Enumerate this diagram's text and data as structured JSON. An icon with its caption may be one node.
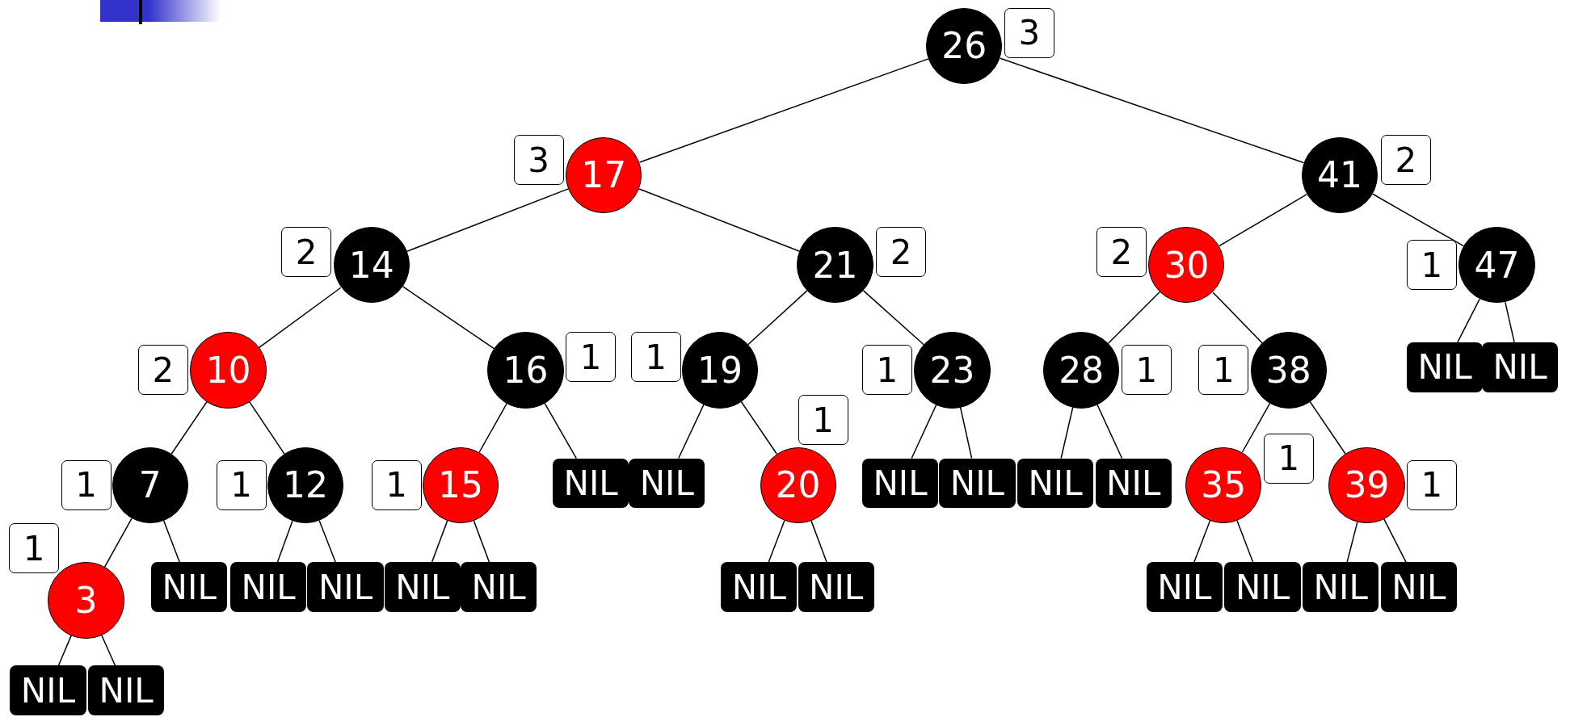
{
  "diagram": {
    "nodes": [
      {
        "text": [
          "26"
        ],
        "beside": [
          "3"
        ]
      },
      {
        "text": [
          "17"
        ],
        "beside": [
          "3"
        ]
      },
      {
        "text": [
          "41"
        ],
        "beside": [
          "2"
        ]
      },
      {
        "text": [
          "14"
        ],
        "beside": [
          "2"
        ]
      },
      {
        "text": [
          "21"
        ],
        "beside": [
          "2"
        ]
      },
      {
        "text": [
          "30"
        ],
        "beside": [
          "2"
        ]
      },
      {
        "text": [
          "47"
        ],
        "beside": [
          "1"
        ]
      },
      {
        "text": [
          "10"
        ],
        "beside": [
          "2"
        ]
      },
      {
        "text": [
          "16"
        ],
        "beside": [
          "1"
        ]
      },
      {
        "text": [
          "19"
        ],
        "beside": [
          "1"
        ]
      },
      {
        "text": [
          "23"
        ],
        "beside": [
          "1"
        ]
      },
      {
        "text": [
          "28"
        ],
        "beside": [
          "1"
        ]
      },
      {
        "text": [
          "38"
        ],
        "beside": [
          "1"
        ]
      },
      {
        "text": [
          "NIL"
        ]
      },
      {
        "text": [
          "NIL"
        ]
      },
      {
        "text": [
          "7"
        ],
        "beside": [
          "1"
        ]
      },
      {
        "text": [
          "12"
        ],
        "beside": [
          "1"
        ]
      },
      {
        "text": [
          "15"
        ],
        "beside": [
          "1"
        ]
      },
      {
        "text": [
          "NIL"
        ]
      },
      {
        "text": [
          "NIL"
        ]
      },
      {
        "text": [
          "20"
        ],
        "beside": [
          "1"
        ]
      },
      {
        "text": [
          "NIL"
        ]
      },
      {
        "text": [
          "NIL"
        ]
      },
      {
        "text": [
          "NIL"
        ]
      },
      {
        "text": [
          "NIL"
        ]
      },
      {
        "text": [
          "35"
        ],
        "beside": [
          "1"
        ]
      },
      {
        "text": [
          "39"
        ],
        "beside": [
          "1"
        ]
      },
      {
        "text": [
          "3"
        ],
        "beside": [
          "1"
        ]
      },
      {
        "text": [
          "NIL"
        ]
      },
      {
        "text": [
          "NIL"
        ]
      },
      {
        "text": [
          "NIL"
        ]
      },
      {
        "text": [
          "NIL"
        ]
      },
      {
        "text": [
          "NIL"
        ]
      },
      {
        "text": [
          "NIL"
        ]
      },
      {
        "text": [
          "NIL"
        ]
      },
      {
        "text": [
          "NIL"
        ]
      },
      {
        "text": [
          "NIL"
        ]
      },
      {
        "text": [
          "NIL"
        ]
      },
      {
        "text": [
          "NIL"
        ]
      },
      {
        "text": [
          "NIL"
        ]
      },
      {
        "text": [
          "NIL"
        ]
      }
    ],
    "edges": [
      {
        "from": 0,
        "to": 1,
        "arrow": "none"
      },
      {
        "from": 0,
        "to": 2,
        "arrow": "none"
      },
      {
        "from": 1,
        "to": 3,
        "arrow": "none"
      },
      {
        "from": 1,
        "to": 4,
        "arrow": "none"
      },
      {
        "from": 2,
        "to": 5,
        "arrow": "none"
      },
      {
        "from": 2,
        "to": 6,
        "arrow": "none"
      },
      {
        "from": 3,
        "to": 7,
        "arrow": "none"
      },
      {
        "from": 3,
        "to": 8,
        "arrow": "none"
      },
      {
        "from": 4,
        "to": 9,
        "arrow": "none"
      },
      {
        "from": 4,
        "to": 10,
        "arrow": "none"
      },
      {
        "from": 5,
        "to": 11,
        "arrow": "none"
      },
      {
        "from": 5,
        "to": 12,
        "arrow": "none"
      },
      {
        "from": 6,
        "to": 13,
        "arrow": "none"
      },
      {
        "from": 6,
        "to": 14,
        "arrow": "none"
      },
      {
        "from": 7,
        "to": 15,
        "arrow": "none"
      },
      {
        "from": 7,
        "to": 16,
        "arrow": "none"
      },
      {
        "from": 8,
        "to": 17,
        "arrow": "none"
      },
      {
        "from": 8,
        "to": 18,
        "arrow": "none"
      },
      {
        "from": 9,
        "to": 19,
        "arrow": "none"
      },
      {
        "from": 9,
        "to": 20,
        "arrow": "none"
      },
      {
        "from": 10,
        "to": 21,
        "arrow": "none"
      },
      {
        "from": 10,
        "to": 22,
        "arrow": "none"
      },
      {
        "from": 11,
        "to": 23,
        "arrow": "none"
      },
      {
        "from": 11,
        "to": 24,
        "arrow": "none"
      },
      {
        "from": 12,
        "to": 25,
        "arrow": "none"
      },
      {
        "from": 12,
        "to": 26,
        "arrow": "none"
      },
      {
        "from": 15,
        "to": 27,
        "arrow": "none"
      },
      {
        "from": 15,
        "to": 28,
        "arrow": "none"
      },
      {
        "from": 16,
        "to": 29,
        "arrow": "none"
      },
      {
        "from": 16,
        "to": 30,
        "arrow": "none"
      },
      {
        "from": 17,
        "to": 31,
        "arrow": "none"
      },
      {
        "from": 17,
        "to": 32,
        "arrow": "none"
      },
      {
        "from": 20,
        "to": 33,
        "arrow": "none"
      },
      {
        "from": 20,
        "to": 34,
        "arrow": "none"
      },
      {
        "from": 25,
        "to": 35,
        "arrow": "none"
      },
      {
        "from": 25,
        "to": 36,
        "arrow": "none"
      },
      {
        "from": 26,
        "to": 37,
        "arrow": "none"
      },
      {
        "from": 26,
        "to": 38,
        "arrow": "none"
      },
      {
        "from": 27,
        "to": 39,
        "arrow": "none"
      },
      {
        "from": 27,
        "to": 40,
        "arrow": "none"
      }
    ]
  }
}
